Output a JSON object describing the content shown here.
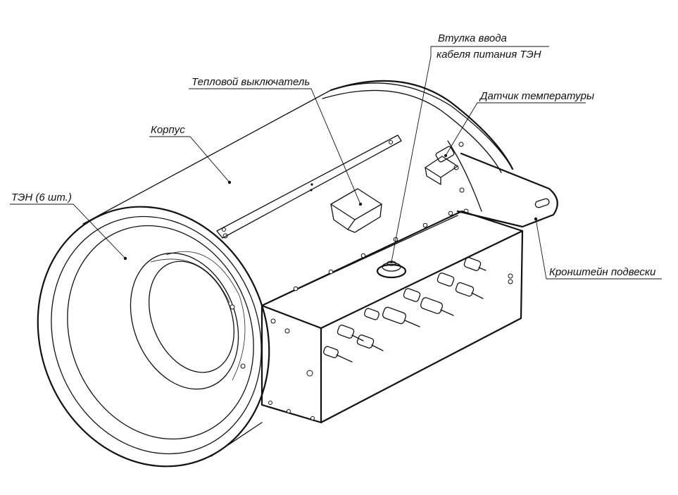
{
  "labels": {
    "bushing_line1": "Втулка ввода",
    "bushing_line2": "кабеля питания ТЭН",
    "thermal_switch": "Тепловой выключатель",
    "temperature_sensor": "Датчик температуры",
    "housing": "Корпус",
    "heating_elements": "ТЭН (6 шт.)",
    "mounting_bracket": "Кронштейн подвески"
  }
}
